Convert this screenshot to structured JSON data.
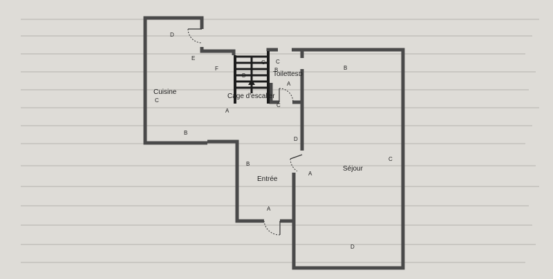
{
  "rooms": {
    "cuisine": "Cuisine",
    "cage_escalier": "Cage d'escalier",
    "toilettes": "Toilettes",
    "sejour": "Séjour",
    "entree": "Entrée"
  },
  "wall_marks": {
    "cuisine_d": "D",
    "cuisine_e": "E",
    "cuisine_f": "F",
    "cuisine_c": "C",
    "cuisine_b": "B",
    "stair_c": "C",
    "stair_b": "B",
    "stair_a": "A",
    "toilettes_c": "C",
    "toilettes_b": "B",
    "toilettes_d": "D",
    "toilettes_a": "A",
    "toilettes_c2": "C",
    "sejour_b": "B",
    "sejour_c": "C",
    "sejour_a": "A",
    "sejour_d": "D",
    "entree_d": "D",
    "entree_b": "B",
    "entree_a": "A"
  }
}
